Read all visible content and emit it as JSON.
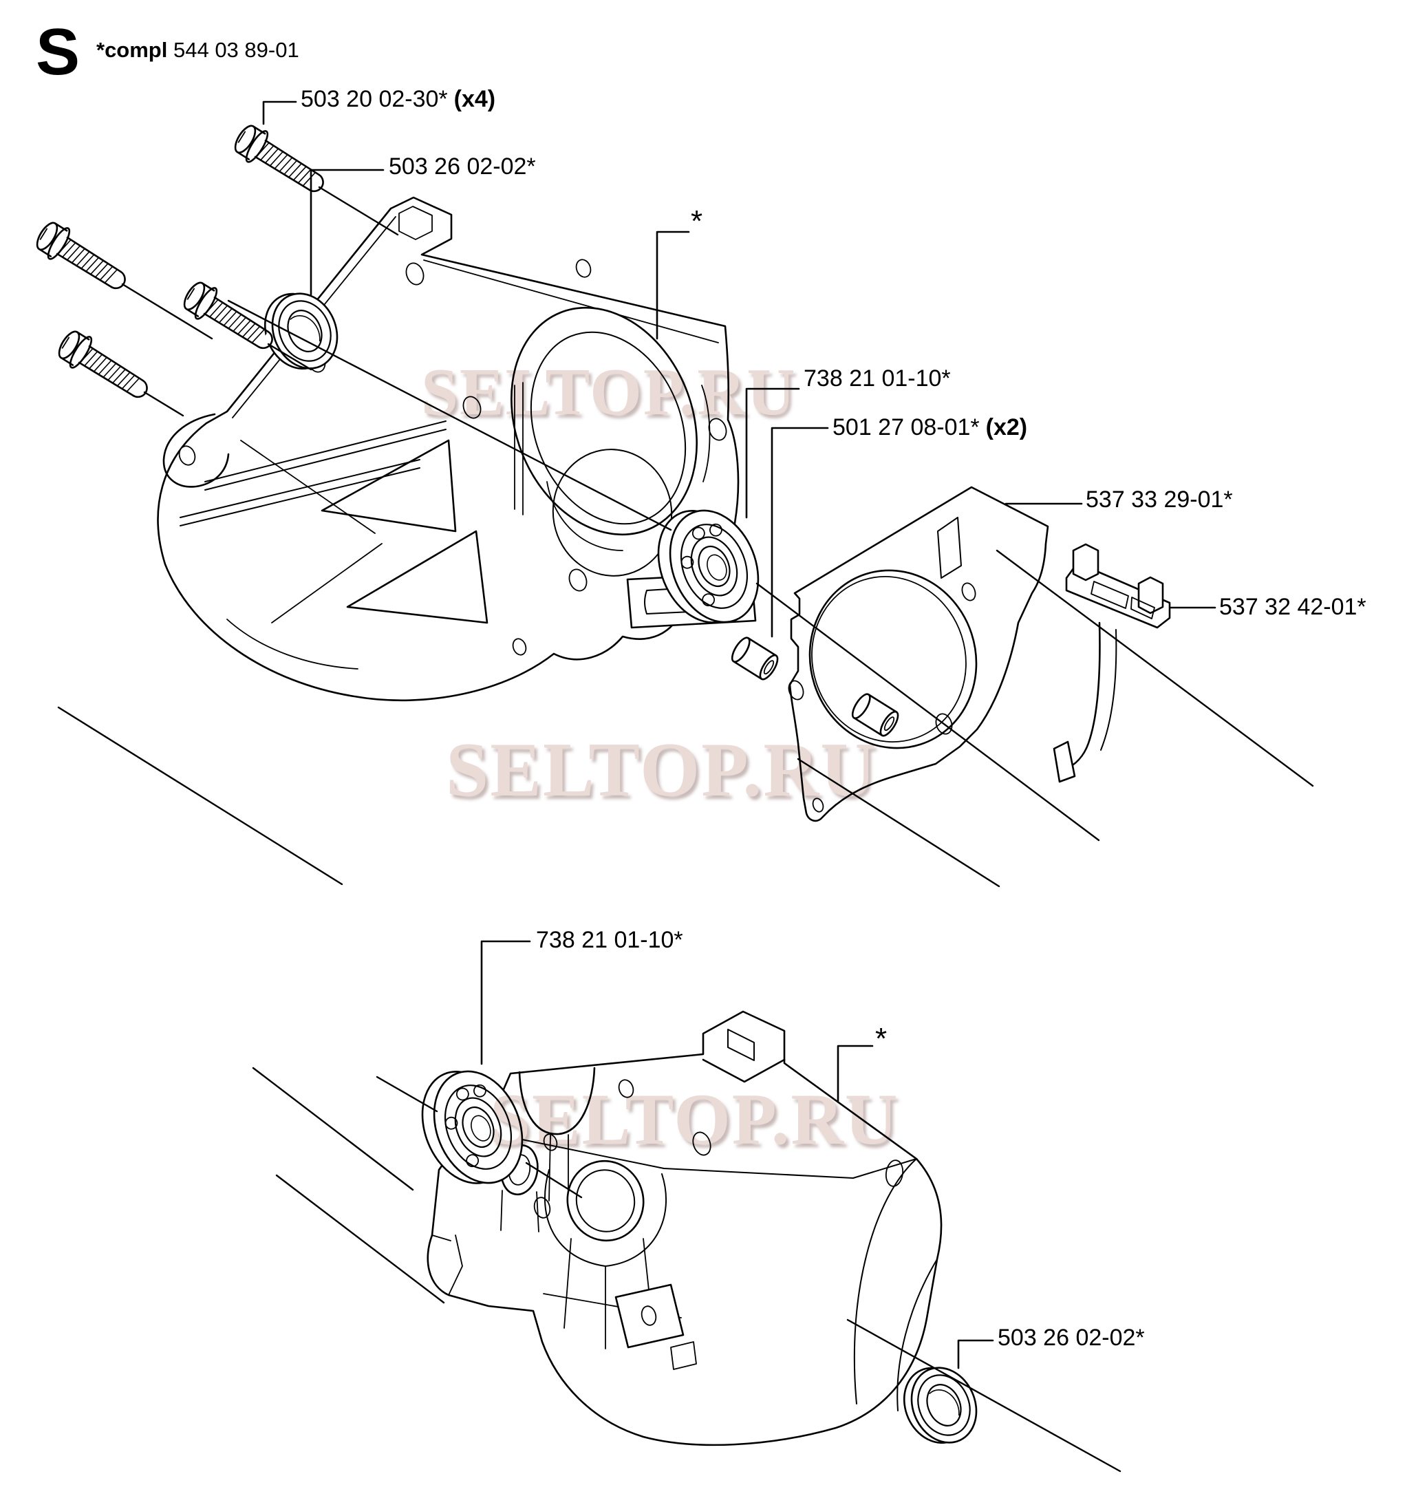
{
  "page": {
    "header": {
      "section_letter": "S",
      "assembly_ref_bold": "*compl",
      "assembly_ref": "544 03 89-01"
    },
    "watermark": {
      "text": "SELTOP.RU",
      "color": "#ead9d5"
    },
    "colors": {
      "line": "#000000",
      "background": "#ffffff"
    }
  },
  "upper_diagram": {
    "labels": [
      {
        "part_number": "503 20 02-30*",
        "qty": "(x4)"
      },
      {
        "part_number": "503 26 02-02*",
        "qty": ""
      },
      {
        "part_number": "*",
        "qty": ""
      },
      {
        "part_number": "738 21 01-10*",
        "qty": ""
      },
      {
        "part_number": "501 27 08-01*",
        "qty": "(x2)"
      },
      {
        "part_number": "537 33 29-01*",
        "qty": ""
      },
      {
        "part_number": "537 32 42-01*",
        "qty": ""
      }
    ]
  },
  "lower_diagram": {
    "labels": [
      {
        "part_number": "738 21 01-10*",
        "qty": ""
      },
      {
        "part_number": "*",
        "qty": ""
      },
      {
        "part_number": "503 26 02-02*",
        "qty": ""
      }
    ]
  }
}
